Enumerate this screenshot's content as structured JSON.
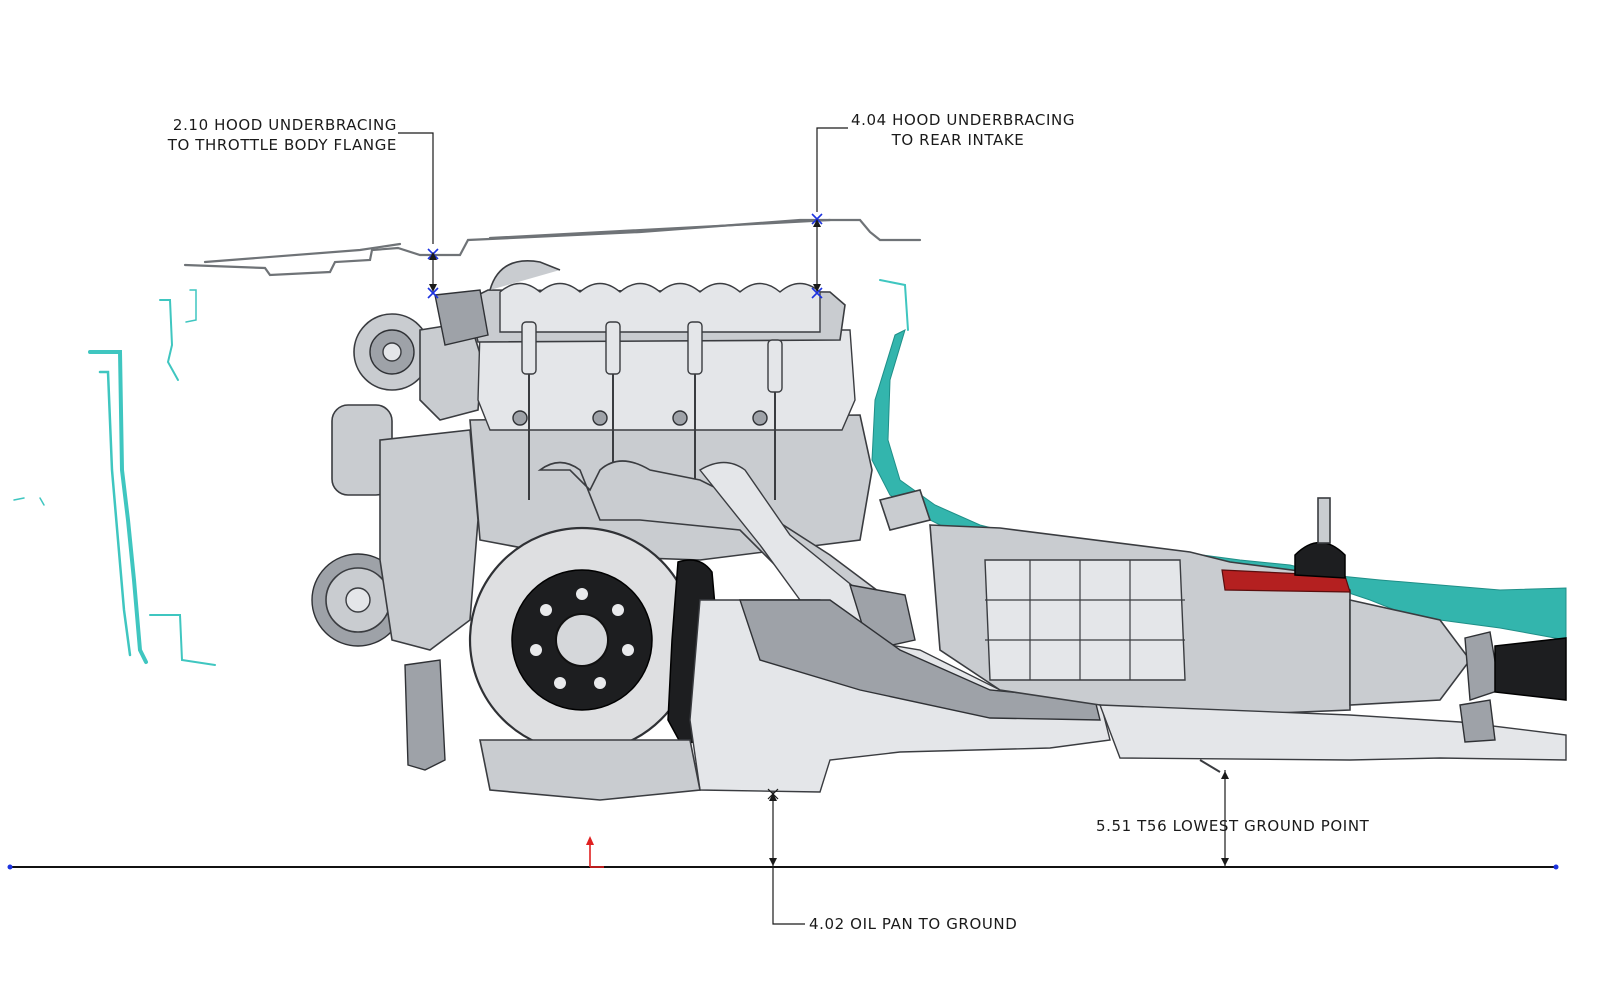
{
  "callouts": {
    "throttle_line1": "2.10 HOOD UNDERBRACING",
    "throttle_line2": "TO THROTTLE BODY FLANGE",
    "rear_intake_line1": "4.04 HOOD UNDERBRACING",
    "rear_intake_line2": "TO REAR INTAKE",
    "t56_ground": "5.51 T56 LOWEST GROUND POINT",
    "oil_pan_ground": "4.02 OIL PAN TO GROUND"
  },
  "colors": {
    "body_panel": "#3fc6c0",
    "hood_line": "#6f7377",
    "dimension_line": "#1a1a1a",
    "reference_point": "#1c33e0",
    "origin_axis": "#e02020",
    "transmission_accent": "#b42020"
  }
}
